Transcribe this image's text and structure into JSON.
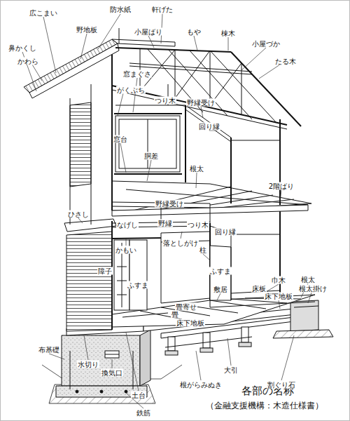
{
  "diagram": {
    "title": "各部の名称",
    "caption": "（金融支援機構：木造仕様書）",
    "labels": [
      "広こまい",
      "防水紙",
      "軒げた",
      "野地板",
      "小屋ばり",
      "もや",
      "棟木",
      "小屋づか",
      "たる木",
      "鼻かくし",
      "かわら",
      "窓まぐさ",
      "がくぶち",
      "つり木",
      "野縁受け",
      "回り縁",
      "窓台",
      "胴差",
      "根太",
      "2階ばり",
      "野縁受け",
      "ひさし",
      "なげし",
      "野縁",
      "つり木",
      "回り縁",
      "かもい",
      "落としがけ",
      "柱",
      "障子",
      "ふすま",
      "ふすま",
      "巾木",
      "根太",
      "敷居",
      "床板",
      "根太掛け",
      "床下地板",
      "畳寄せ",
      "畳",
      "床下地板",
      "布基礎",
      "水切り",
      "換気口",
      "大引",
      "根がらみぬき",
      "割ぐり石",
      "土台",
      "鉄筋"
    ]
  }
}
